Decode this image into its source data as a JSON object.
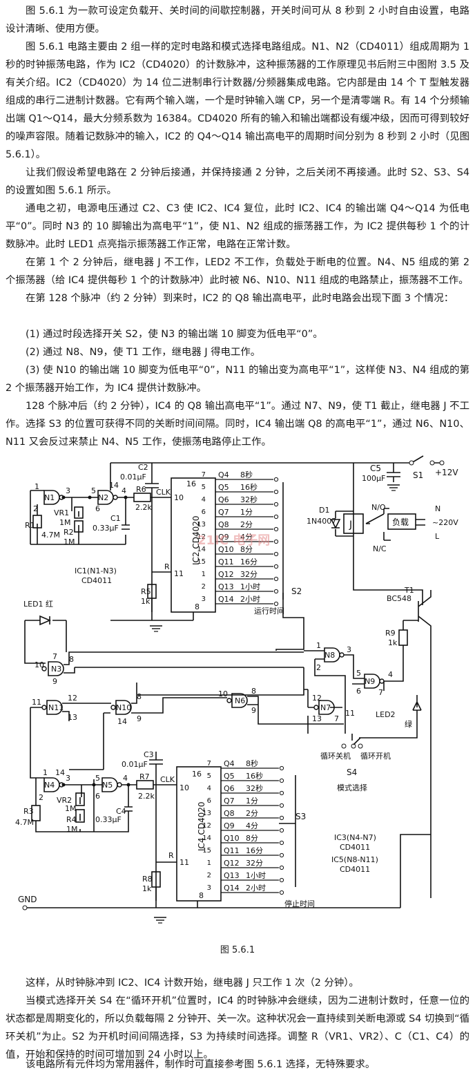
{
  "paragraphs_top": [
    "图 5.6.1 为一款可设定负载开、关时间的间歇控制器，开关时间可从 8 秒到 2 小时自由设置，电路设计清晰、使用方便。",
    "图 5.6.1 电路主要由 2 组一样的定时电路和模式选择电路组成。N1、N2（CD4011）组成周期为 1 秒的时钟振荡电路，作为 IC2（CD4020）的计数脉冲，这种振荡器的工作原理见书后附三中图附 3.5 及有关介绍。IC2（CD4020）为 14 位二进制串行计数器/分频器集成电路。它内部是由 14 个 T 型触发器组成的串行二进制计数器。它有两个输入端，一个是时钟输入端 CP，另一个是清零端 R。有 14 个分频输出端 Q1～Q14，最大分频系数为 16384。CD4020 所有的输入和输出端都设有缓冲级，因而可得到较好的噪声容限。随着记数脉冲的输入，IC2 的 Q4～Q14 输出高电平的周期时间分别为 8 秒到 2 小时（见图 5.6.1）。",
    "让我们假设希望电路在 2 分钟后接通，并保持接通 2 分钟，之后关闭不再接通。此时 S2、S3、S4 的设置如图 5.6.1 所示。",
    "通电之初，电源电压通过 C2、C3 使 IC2、IC4 复位，此时 IC2、IC4 的输出端 Q4～Q14 为低电平“0”。同时 N3 的 10 脚输出为高电平“1”，使 N1、N2 组成的振荡器工作，为 IC2 提供每秒 1 个的计数脉冲。此时 LED1 点亮指示振荡器工作正常，电路在正常计数。",
    "在第 1 个 2 分钟后，继电器 J 不工作，LED2 不工作，负载处于断电的位置。N4、N5 组成的第 2 个振荡器（给 IC4 提供每秒 1 个的计数脉冲）此时被 N6、N10、N11 组成的电路禁止，振荡器不工作。",
    "在第 128 个脉冲（约 2 分钟）到来时，IC2 的 Q8 输出高电平，此时电路会出现下面 3 个情况：",
    "(1) 通过时段选择开关 S2，使 N3 的输出端 10 脚变为低电平“0”。",
    "(2) 通过 N8、N9，使 T1 工作，继电器 J 得电工作。",
    "(3) 使 N10 的输出端 10 脚变为低电平“0”，N11 的输出变为高电平“1”，这样使 N3、N4 组成的第 2 个振荡器开始工作，为 IC4 提供计数脉冲。",
    "128 个脉冲后（约 2 分钟），IC4 的 Q8 输出高电平“1”。通过 N7、N9，使 T1 截止，继电器 J 不工作。选择 S3 的位置可获得不同的关断时间间隔。同时，IC4 输出端 Q8 的高电平“1”，通过 N6、N10、N11 又会反过来禁止 N4、N5 工作，使振荡电路停止工作。"
  ],
  "paragraphs_bottom": [
    "这样，从时钟脉冲到 IC2、IC4 计数开始，继电器 J 只工作 1 次（2 分钟）。",
    "当模式选择开关 S4 在“循环开机”位置时，IC4 的时钟脉冲会继续，因为二进制计数时，任意一位的状态都是周期变化的，所以负载每隔 2 分钟开、关一次。这种状况会一直持续到关断电源或 S4 切换到“循环关机”为止。S2 为开机时间间隔选择，S3 为持续时间选择。调整 R（VR1、VR2）、C（C1、C4）的值，开始和保持的时间可增加到 24 小时以上。",
    "该电路所有元件均为常用器件，制作时可直接参考图 5.6.1 选择，无特殊要求。"
  ],
  "figure": {
    "caption": "图 5.6.1",
    "watermark": "21IC 电子网",
    "counter_outputs": [
      {
        "q": "Q4",
        "pin": "7",
        "time": "8秒"
      },
      {
        "q": "Q5",
        "pin": "5",
        "time": "16秒"
      },
      {
        "q": "Q6",
        "pin": "4",
        "time": "32秒"
      },
      {
        "q": "Q7",
        "pin": "6",
        "time": "1分"
      },
      {
        "q": "Q8",
        "pin": "13",
        "time": "2分"
      },
      {
        "q": "Q9",
        "pin": "12",
        "time": "4分"
      },
      {
        "q": "Q10",
        "pin": "14",
        "time": "8分"
      },
      {
        "q": "Q11",
        "pin": "15",
        "time": "16分"
      },
      {
        "q": "Q12",
        "pin": "1",
        "time": "32分"
      },
      {
        "q": "Q13",
        "pin": "2",
        "time": "1小时"
      },
      {
        "q": "Q14",
        "pin": "3",
        "time": "2小时"
      }
    ],
    "ic2_name": "IC2 CD4020",
    "ic4_name": "IC4 CD4020",
    "ic1_label": "IC1(N1-N3)",
    "ic1_part": "CD4011",
    "ic3_label": "IC3(N4-N7)",
    "ic3_part": "CD4011",
    "ic5_label": "IC5(N8-N11)",
    "ic5_part": "CD4011",
    "pin_vdd": "16",
    "pin_clk": "10",
    "pin_r": "11",
    "pin_gnd": "8",
    "clk_label": "CLK",
    "r_label": "R",
    "c2": "C2",
    "c2_val": "0.01μF",
    "c3": "C3",
    "c3_val": "0.01μF",
    "c1": "C1",
    "c1_val": "0.33μF",
    "c4": "C4",
    "c4_val": "0.33μF",
    "c5": "C5",
    "c5_val": "100μF",
    "r1": "R1",
    "r1_val": "4.7M",
    "r2": "R2",
    "r2_val": "1M",
    "r3": "R3",
    "r3_val": "4.7M",
    "r4": "R4",
    "r4_val": "1M",
    "r5": "R5",
    "r5_val": "1k",
    "r6": "R6",
    "r6_val": "2.2k",
    "r7": "R7",
    "r7_val": "2.2k",
    "r8": "R8",
    "r8_val": "1k",
    "r9": "R9",
    "r9_val": "1k",
    "vr1": "VR1",
    "vr1_val": "1M",
    "vr2": "VR2",
    "vr2_val": "1M",
    "s1": "S1",
    "vcc": "+12V",
    "s2": "S2",
    "s2_caption": "运行时间",
    "s3": "S3",
    "s3_caption": "停止时间",
    "s4": "S4",
    "s4_caption": "模式选择",
    "s4_off": "循环关机",
    "s4_on": "循环开机",
    "d1": "D1",
    "d1_val": "1N4007",
    "relay": "J",
    "no": "N/O",
    "nc": "N/C",
    "load": "负载",
    "mains_n": "N",
    "mains_l": "L",
    "mains_v": "~220V",
    "t1": "T1",
    "t1_val": "BC548",
    "led1": "LED1 红",
    "led2": "LED2",
    "led2_color": "绿",
    "gnd": "GND",
    "gates": {
      "n1": "N1",
      "n2": "N2",
      "n3": "N3",
      "n4": "N4",
      "n5": "N5",
      "n6": "N6",
      "n7": "N7",
      "n8": "N8",
      "n9": "N9",
      "n10": "N10",
      "n11": "N11"
    },
    "pins": {
      "n1_a": "1",
      "n1_b": "2",
      "n1_o": "3",
      "n2_a": "5",
      "n2_b": "6",
      "n2_o": "4",
      "n2_t": "14",
      "n3_a": "7",
      "n3_o": "10",
      "n3_b": "9",
      "n3_t": "8",
      "n4_a": "1",
      "n4_b": "2",
      "n4_o": "3",
      "n4_t": "14",
      "n5_a": "5",
      "n5_b": "6",
      "n5_o": "4",
      "n6_a": "10",
      "n6_b": "8",
      "n6_o": "9",
      "n7_a": "12",
      "n7_b": "13",
      "n7_o": "11",
      "n7_c": "7",
      "n8_a": "1",
      "n8_o": "3",
      "n8_b": "2",
      "n9_a": "5",
      "n9_b": "6",
      "n9_o": "4",
      "n9_c": "7",
      "n10_a": "8",
      "n10_b": "9",
      "n10_c": "14",
      "n11_a": "11",
      "n11_b": "12",
      "n11_c": "13"
    }
  }
}
